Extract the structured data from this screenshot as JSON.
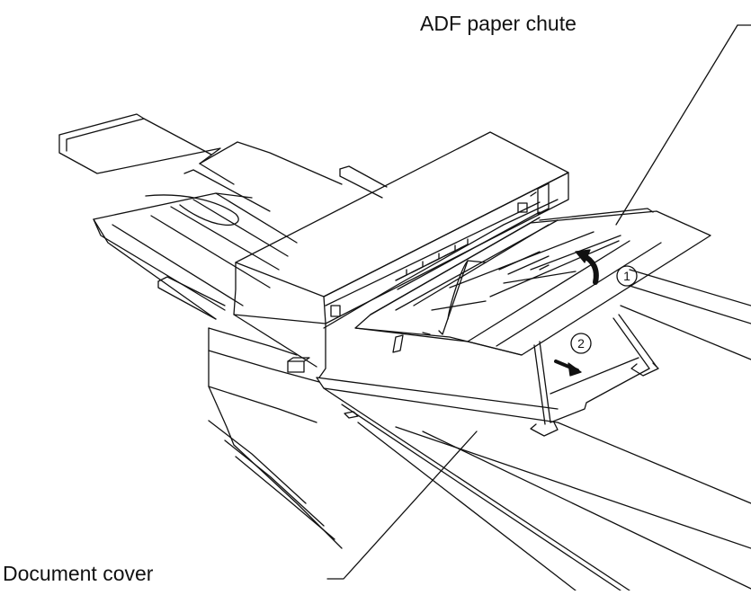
{
  "labels": {
    "adf_chute": "ADF paper chute",
    "document_cover": "Document cover"
  },
  "steps": {
    "one": "1",
    "two": "2"
  },
  "colors": {
    "line": "#111111",
    "background": "#ffffff"
  }
}
